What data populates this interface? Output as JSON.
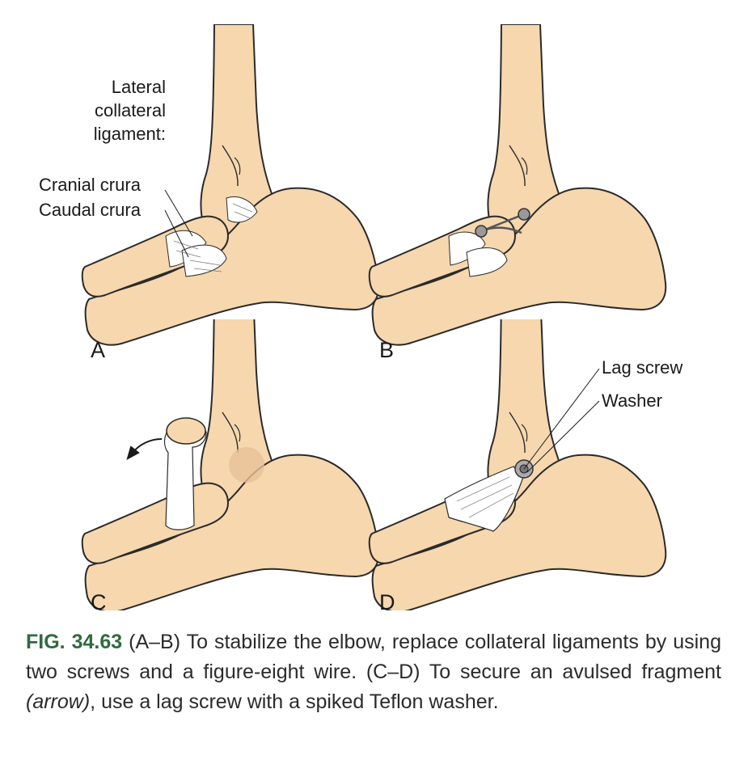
{
  "labels": {
    "lateral_collateral_ligament": [
      "Lateral",
      "collateral",
      "ligament:"
    ],
    "cranial_crura": "Cranial crura",
    "caudal_crura": "Caudal crura",
    "lag_screw": "Lag screw",
    "washer": "Washer"
  },
  "panels": [
    {
      "letter": "A"
    },
    {
      "letter": "B"
    },
    {
      "letter": "C"
    },
    {
      "letter": "D"
    }
  ],
  "caption": {
    "fig_number": "FIG. 34.63",
    "part1": " (A–B) To stabilize the elbow, replace collateral ligaments by using two screws and a figure-eight wire. (C–D) To secure an avulsed fragment ",
    "italic": "(arrow)",
    "part2": ", use a lag screw with a spiked Teflon washer."
  },
  "colors": {
    "bone_fill": "#f6d7ae",
    "bone_stroke": "#2a2a2a",
    "ligament": "#ffffff",
    "caption_fig": "#2f6b3f"
  }
}
